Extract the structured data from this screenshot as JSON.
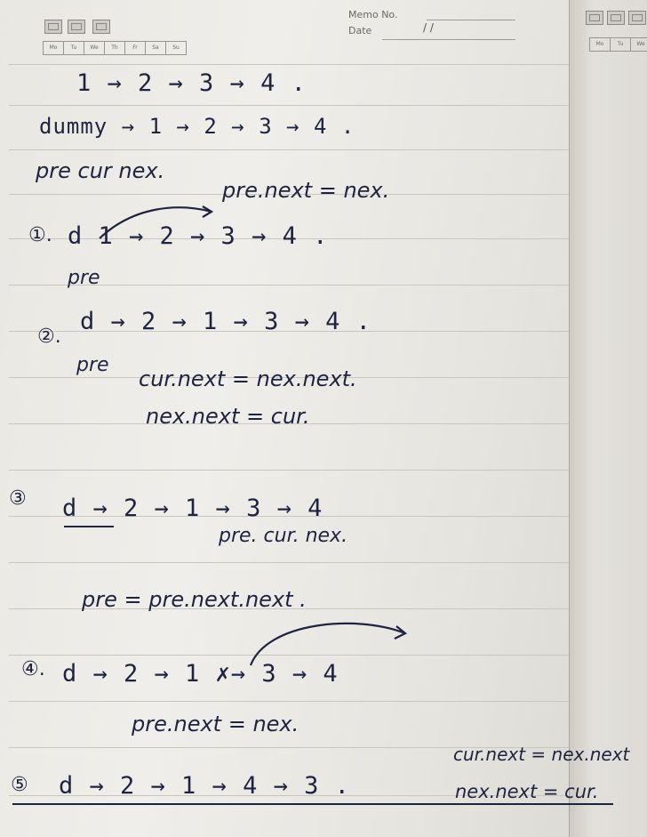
{
  "header": {
    "memo_label": "Memo No.",
    "date_label": "Date",
    "date_slashes": "/          /",
    "weekdays": [
      "Mo",
      "Tu",
      "We",
      "Th",
      "Fr",
      "Sa",
      "Su"
    ],
    "right_weekdays": [
      "Mo",
      "Tu",
      "We"
    ]
  },
  "notes": {
    "line1": "1 → 2 → 3 → 4 .",
    "line2": "dummy → 1 → 2 → 3 → 4 .",
    "line3": "pre   cur   nex.",
    "s1_code": "pre.next = nex.",
    "s1_num": "①.",
    "s1_chain": "d    1 → 2 → 3 → 4 .",
    "s1_pre": "pre",
    "s2_num": "②.",
    "s2_chain": "d → 2 → 1 → 3 → 4 .",
    "s2_pre": "pre",
    "s2_code1": "cur.next = nex.next.",
    "s2_code2": "nex.next = cur.",
    "s3_num": "③",
    "s3_chain": "d → 2 → 1 → 3 → 4",
    "s3_labels": "pre.   cur.   nex.",
    "s3_code": "pre = pre.next.next .",
    "s4_num": "④.",
    "s4_chain": "d → 2 → 1  ✗→ 3 → 4",
    "s4_code": "pre.next = nex.",
    "s5_num": "⑤",
    "s5_chain": "d → 2 → 1 → 4 → 3 .",
    "s5_code1": "cur.next = nex.next",
    "s5_code2": "nex.next = cur."
  }
}
